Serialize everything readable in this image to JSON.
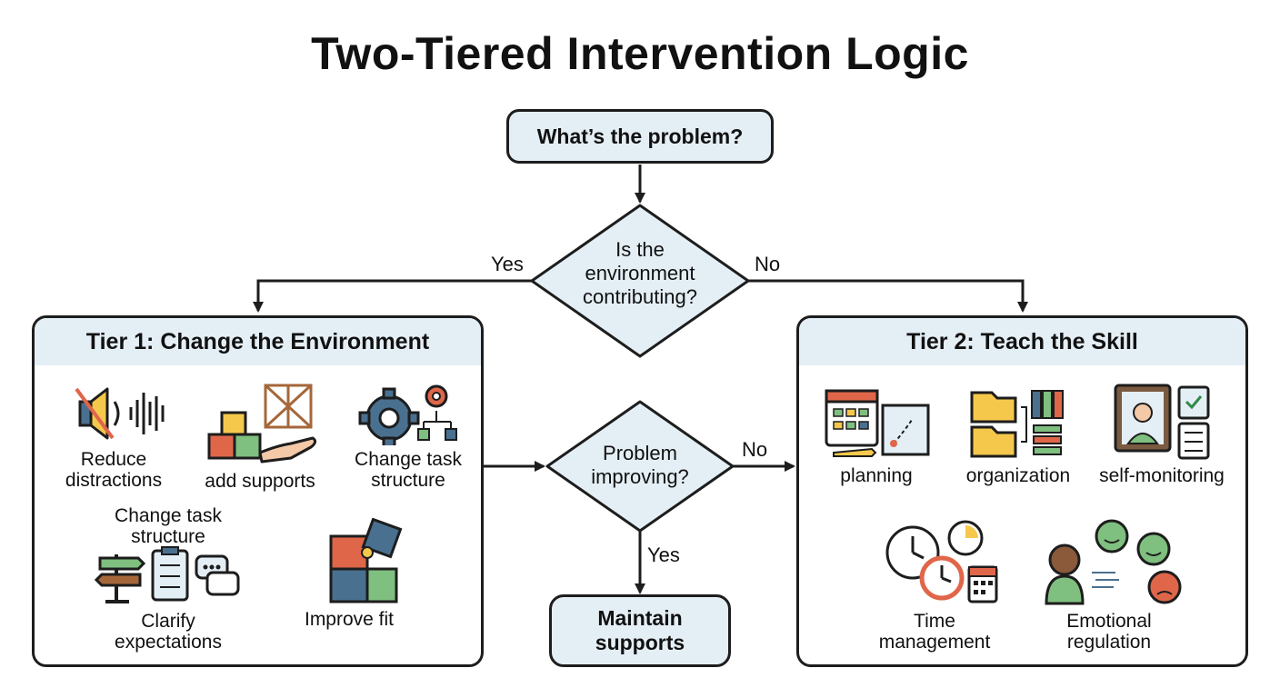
{
  "title": "Two-Tiered Intervention Logic",
  "start": "What’s the problem?",
  "decision1": {
    "line1": "Is the",
    "line2": "environment",
    "line3": "contributing?",
    "yes": "Yes",
    "no": "No"
  },
  "decision2": {
    "line1": "Problem",
    "line2": "improving?",
    "yes": "Yes",
    "no": "No"
  },
  "end": {
    "line1": "Maintain",
    "line2": "supports"
  },
  "tier1": {
    "heading": "Tier 1: Change the Environment",
    "items": [
      {
        "line1": "Reduce",
        "line2": "distractions",
        "icon": "muted-speaker-icon"
      },
      {
        "line1": "add supports",
        "line2": "",
        "icon": "blocks-scaffold-icon"
      },
      {
        "line1": "Change task",
        "line2": "structure",
        "icon": "gears-flow-icon"
      },
      {
        "line1": "Clarify",
        "line2": "expectations",
        "icon": "signpost-checklist-icon"
      },
      {
        "line1": "Improve fit",
        "line2": "",
        "icon": "puzzle-icon"
      }
    ],
    "extra_label": {
      "line1": "Change task",
      "line2": "structure"
    }
  },
  "tier2": {
    "heading": "Tier 2: Teach the Skill",
    "items": [
      {
        "line1": "planning",
        "line2": "",
        "icon": "calendar-plan-icon"
      },
      {
        "line1": "organization",
        "line2": "",
        "icon": "folders-icon"
      },
      {
        "line1": "self-monitoring",
        "line2": "",
        "icon": "mirror-checklist-icon"
      },
      {
        "line1": "Time",
        "line2": "management",
        "icon": "clocks-icon"
      },
      {
        "line1": "Emotional",
        "line2": "regulation",
        "icon": "faces-icon"
      }
    ]
  },
  "colors": {
    "panel_fill": "#e4eef5",
    "stroke": "#1d1d1d",
    "red": "#e0664a",
    "yellow": "#f5c84c",
    "green": "#7fbf7f",
    "blue": "#4a7090"
  }
}
